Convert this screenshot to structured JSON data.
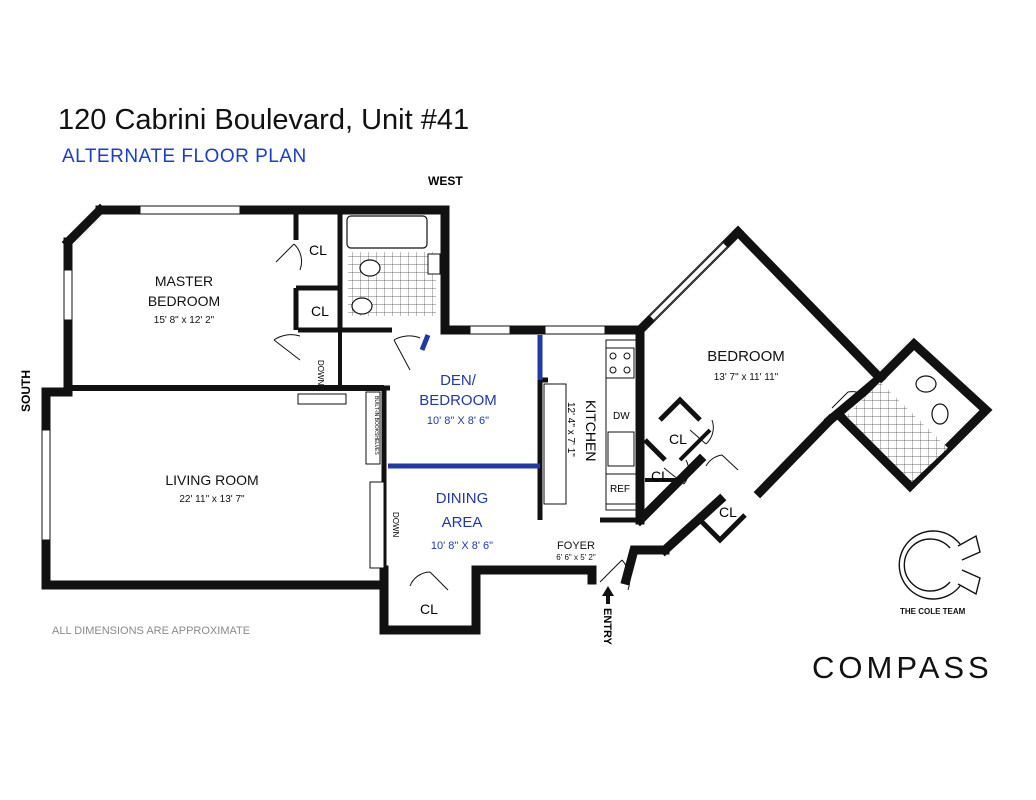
{
  "header": {
    "address": "120 Cabrini Boulevard, Unit #41",
    "subtitle": "ALTERNATE FLOOR PLAN"
  },
  "orientation": {
    "top": "WEST",
    "left": "SOUTH",
    "entry": "ENTRY"
  },
  "rooms": {
    "master_bedroom": {
      "name_line1": "MASTER",
      "name_line2": "BEDROOM",
      "dims": "15' 8\" x 12' 2\""
    },
    "living_room": {
      "name": "LIVING ROOM",
      "dims": "22' 11\" x 13' 7\""
    },
    "den": {
      "name_line1": "DEN/",
      "name_line2": "BEDROOM",
      "dims": "10' 8\" X 8' 6\""
    },
    "dining": {
      "name_line1": "DINING",
      "name_line2": "AREA",
      "dims": "10' 8\" X 8' 6\""
    },
    "kitchen": {
      "name": "KITCHEN",
      "dims": "12' 4\" x 7' 1\""
    },
    "bedroom": {
      "name": "BEDROOM",
      "dims": "13' 7\" x 11' 11\""
    },
    "foyer": {
      "name": "FOYER",
      "dims": "6' 6\" x 5' 2\""
    }
  },
  "labels": {
    "closet": "CL",
    "down": "DOWN",
    "bookshelves": "BUILT-IN BOOKSHELVES",
    "dw": "DW",
    "ref": "REF"
  },
  "footer": {
    "note": "ALL DIMENSIONS ARE APPROXIMATE",
    "team": "THE COLE TEAM",
    "brand": "COMPASS"
  },
  "colors": {
    "wall": "#111111",
    "accent_blue": "#1a3ec9",
    "partition_blue": "#1f3aa8"
  }
}
